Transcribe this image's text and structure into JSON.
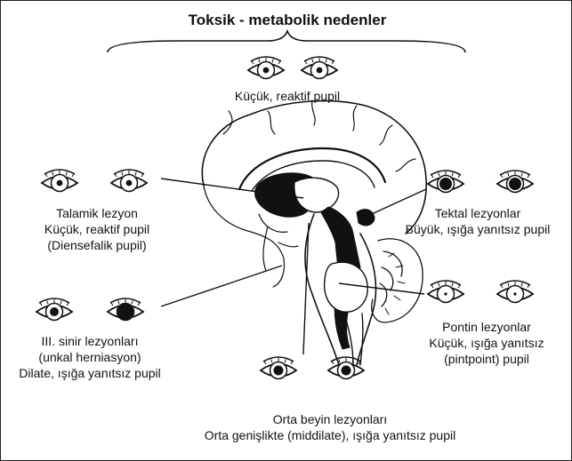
{
  "title": "Toksik - metabolik nedenler",
  "groups": {
    "toxic": {
      "caption": "Küçük, reaktif pupil"
    },
    "thalamic": {
      "line1": "Talamik lezyon",
      "line2": "Küçük, reaktif pupil",
      "line3": "(Diensefalik pupil)"
    },
    "tectal": {
      "line1": "Tektal lezyonlar",
      "line2": "Büyük, ışığa yanıtsız pupil"
    },
    "third_nerve": {
      "line1": "III. sinir lezyonları",
      "line2": "(unkal herniasyon)",
      "line3": "Dilate, ışığa yanıtsız pupil"
    },
    "pontine": {
      "line1": "Pontin lezyonlar",
      "line2": "Küçük, ışığa yanıtsız",
      "line3": "(pintpoint) pupil"
    },
    "midbrain": {
      "line1": "Orta beyin lezyonları",
      "line2": "Orta genişlikte (middilate), ışığa yanıtsız pupil"
    }
  },
  "pupils": {
    "toxic": [
      "small",
      "small"
    ],
    "thalamic": [
      "small",
      "small"
    ],
    "tectal": [
      "large",
      "large"
    ],
    "third_nerve": [
      "normal",
      "dilated"
    ],
    "pontine": [
      "pinpoint",
      "pinpoint"
    ],
    "midbrain": [
      "mid",
      "mid"
    ]
  },
  "colors": {
    "ink": "#111111",
    "paper": "#ffffff"
  }
}
